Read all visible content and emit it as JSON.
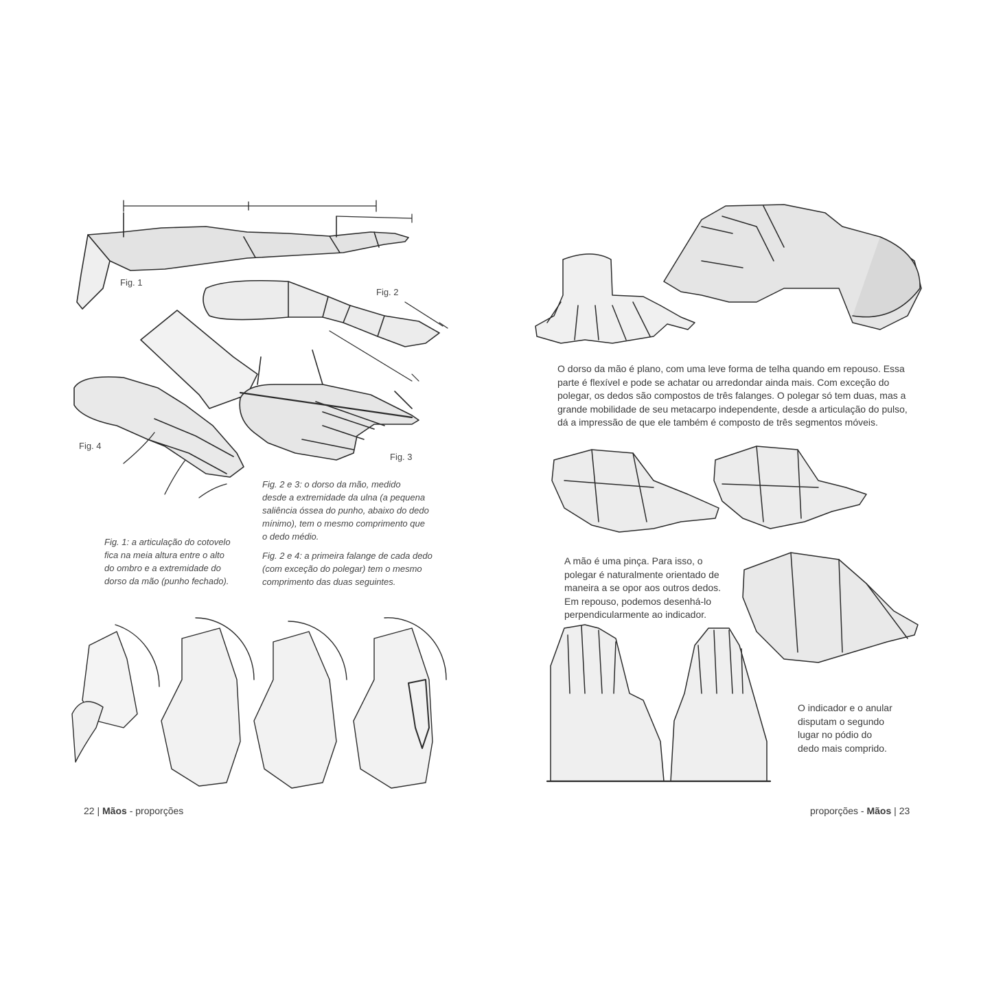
{
  "left_page": {
    "fig_labels": {
      "fig1": "Fig. 1",
      "fig2": "Fig. 2",
      "fig3": "Fig. 3",
      "fig4": "Fig. 4"
    },
    "caption_fig23": [
      "Fig. 2 e 3: o dorso da mão, medido",
      "desde a extremidade da ulna (a pequena",
      "saliência óssea do punho, abaixo do dedo",
      "mínimo), tem o mesmo comprimento que",
      "o dedo médio."
    ],
    "caption_fig24": [
      "Fig. 2 e 4: a primeira falange de cada dedo",
      "(com exceção do polegar) tem o mesmo",
      "comprimento das duas seguintes."
    ],
    "caption_fig1": [
      "Fig. 1: a articulação do cotovelo",
      "fica na meia altura entre o alto",
      "do ombro e a extremidade do",
      "dorso da mão (punho fechado)."
    ],
    "folio": {
      "number": "22",
      "separator": "|",
      "chapter": "Mãos",
      "section": "- proporções"
    }
  },
  "right_page": {
    "paragraph1": [
      "O dorso da mão é plano, com uma leve forma de telha quando em repouso. Essa",
      "parte é flexível e pode se achatar ou arredondar ainda mais. Com exceção do",
      "polegar, os dedos são compostos de três falanges. O polegar só tem duas, mas a",
      "grande mobilidade de seu metacarpo independente, desde a articulação do pulso,",
      "dá a impressão de que ele também é composto de três segmentos móveis."
    ],
    "paragraph2": [
      "A mão é uma pinça. Para isso, o",
      "polegar é naturalmente orientado de",
      "maneira a se opor aos outros dedos.",
      "Em repouso, podemos desenhá-lo",
      "perpendicularmente ao indicador."
    ],
    "paragraph3": [
      "O indicador e o anular",
      "disputam o segundo",
      "lugar no pódio do",
      "dedo mais comprido."
    ],
    "folio": {
      "section": "proporções -",
      "chapter": "Mãos",
      "separator": "|",
      "number": "23"
    }
  },
  "colors": {
    "text": "#3a3a3a",
    "sketch_line": "#2a2a2a",
    "sketch_shade": "#d9d9d9",
    "background": "#ffffff"
  }
}
